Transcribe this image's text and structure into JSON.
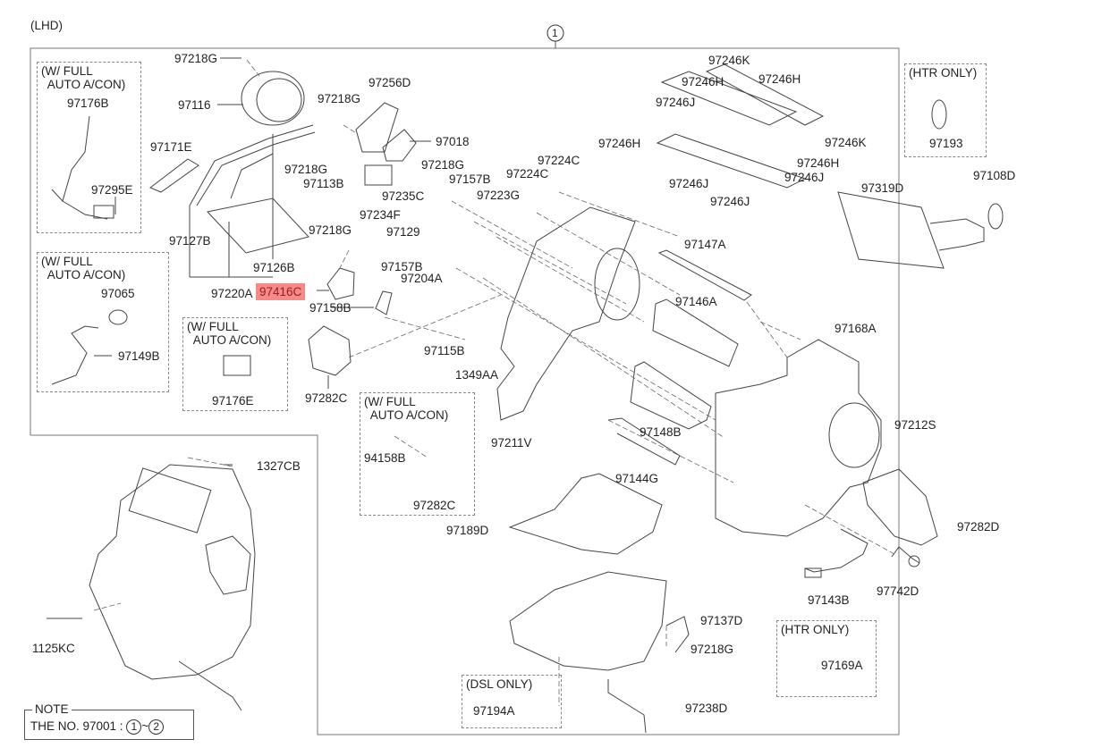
{
  "diagram": {
    "variant_label": "(LHD)",
    "group_marker": "1",
    "highlighted_part": "97416C",
    "highlight_color": "#f58a8a",
    "boxes": {
      "full_auto_1": "(W/ FULL\n  AUTO A/CON)",
      "full_auto_2": "(W/ FULL\n  AUTO A/CON)",
      "full_auto_3": "(W/ FULL\n  AUTO A/CON)",
      "full_auto_4": "(W/ FULL\n  AUTO A/CON)",
      "htr_only_1": "(HTR ONLY)",
      "htr_only_2": "(HTR ONLY)",
      "dsl_only": "(DSL ONLY)"
    },
    "parts": {
      "p97218G_a": "97218G",
      "p97116": "97116",
      "p97176B": "97176B",
      "p97171E": "97171E",
      "p97295E": "97295E",
      "p97127B": "97127B",
      "p97126B": "97126B",
      "p97220A": "97220A",
      "p97416C": "97416C",
      "p97158B": "97158B",
      "p97065": "97065",
      "p97149B": "97149B",
      "p97176E": "97176E",
      "p97282C_a": "97282C",
      "p97256D": "97256D",
      "p97218G_b": "97218G",
      "p97018": "97018",
      "p97218G_c": "97218G",
      "p97113B": "97113B",
      "p97218G_d": "97218G",
      "p97157B_a": "97157B",
      "p97235C": "97235C",
      "p97234F": "97234F",
      "p97223G": "97223G",
      "p97224C_a": "97224C",
      "p97224C_b": "97224C",
      "p97129": "97129",
      "p97218G_e": "97218G",
      "p97157B_b": "97157B",
      "p97204A": "97204A",
      "p97115B": "97115B",
      "p1349AA": "1349AA",
      "p97211V": "97211V",
      "p94158B": "94158B",
      "p97282C_b": "97282C",
      "p97189D": "97189D",
      "p97246K_a": "97246K",
      "p97246H_a": "97246H",
      "p97246H_b": "97246H",
      "p97246J_a": "97246J",
      "p97246H_c": "97246H",
      "p97246K_b": "97246K",
      "p97246H_d": "97246H",
      "p97246J_b": "97246J",
      "p97246J_c": "97246J",
      "p97246J_d": "97246J",
      "p97193": "97193",
      "p97108D": "97108D",
      "p97319D": "97319D",
      "p97147A": "97147A",
      "p97146A": "97146A",
      "p97168A": "97168A",
      "p97148B": "97148B",
      "p97212S": "97212S",
      "p97144G": "97144G",
      "p97282D": "97282D",
      "p97143B": "97143B",
      "p97742D": "97742D",
      "p97169A": "97169A",
      "p97137D": "97137D",
      "p97218G_f": "97218G",
      "p97238D": "97238D",
      "p97194A": "97194A",
      "p1327CB": "1327CB",
      "p1125KC": "1125KC"
    },
    "note": {
      "title": "NOTE",
      "text": "THE NO. 97001 :",
      "from": "1",
      "sep": "~",
      "to": "2"
    }
  }
}
